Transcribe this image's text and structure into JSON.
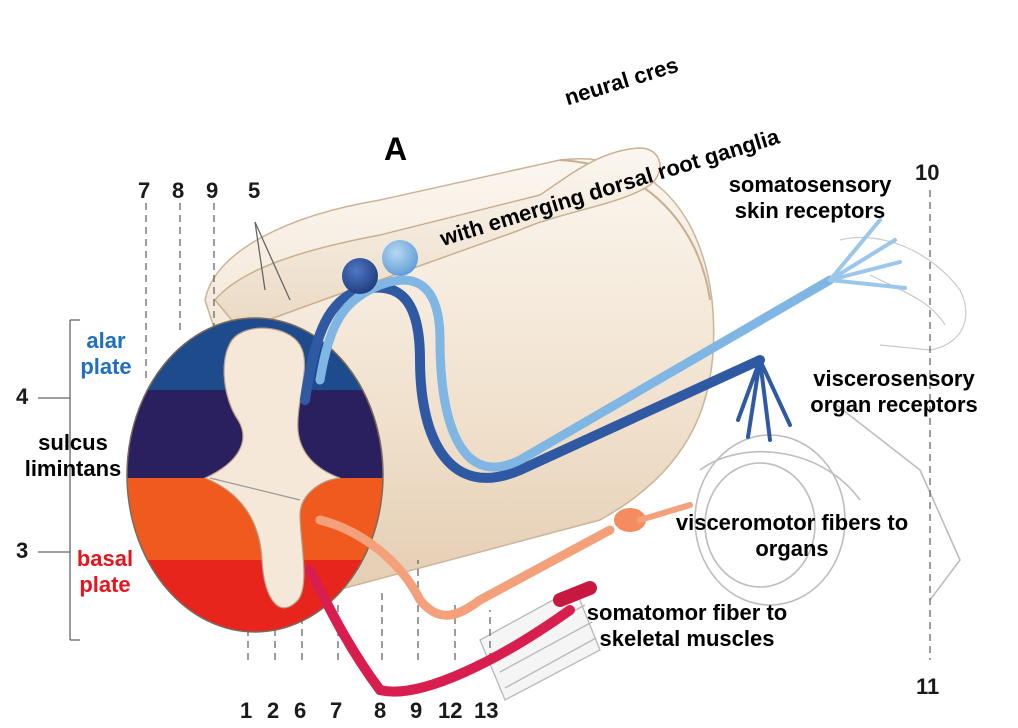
{
  "figure_letter": "A",
  "labels": {
    "neural_crest_line1": "neural cres",
    "neural_crest_line2": "with emerging dorsal root ganglia",
    "somatosensory_line1": "somatosensory",
    "somatosensory_line2": "skin receptors",
    "alar_line1": "alar",
    "alar_line2": "plate",
    "sulcus_line1": "sulcus",
    "sulcus_line2": "limintans",
    "basal_line1": "basal",
    "basal_line2": "plate",
    "viscerosensory_line1": "viscerosensory",
    "viscerosensory_line2": "organ receptors",
    "visceromotor_line1": "visceromotor fibers to",
    "visceromotor_line2": "organs",
    "somatomotor_line1": "somatomor fiber to",
    "somatomotor_line2": "skeletal muscles"
  },
  "numbers": {
    "n7_top": "7",
    "n8_top": "8",
    "n9_top": "9",
    "n5_top": "5",
    "n10": "10",
    "n4": "4",
    "n3": "3",
    "n11": "11",
    "n1": "1",
    "n2": "2",
    "n6": "6",
    "n7_bottom": "7",
    "n8_bottom": "8",
    "n9_bottom": "9",
    "n12": "12",
    "n13": "13"
  },
  "colors": {
    "alar_label": "#1f6fc0",
    "basal_label": "#e8141c",
    "alar_plate": "#1e3f7c",
    "alar_plate_dark": "#261a4e",
    "basal_plate": "#f0561e",
    "basal_plate_dark": "#e8231c",
    "sensory_light": "#7fb6e3",
    "sensory_dark": "#2f5aa3",
    "visceromotor": "#f4a07a",
    "somatomotor": "#d81d4f",
    "tissue": "#f3e6d6"
  }
}
